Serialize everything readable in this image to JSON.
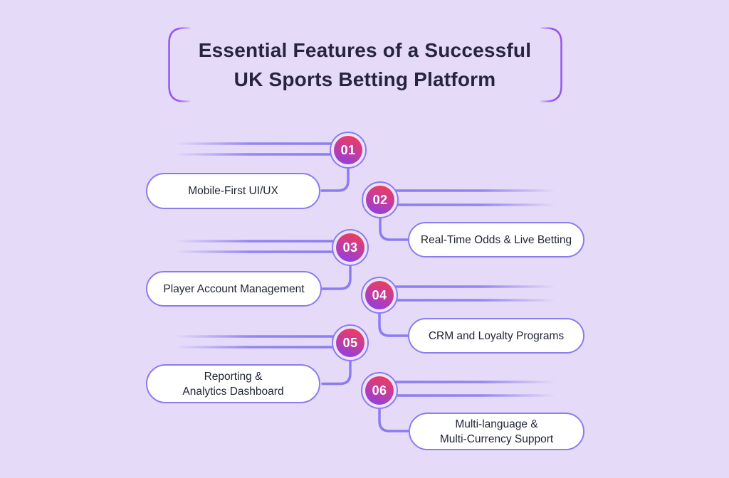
{
  "title": {
    "line1": "Essential Features of a Successful",
    "line2": "UK Sports Betting Platform"
  },
  "items": [
    {
      "number": "01",
      "label": "Mobile-First UI/UX",
      "side": "left"
    },
    {
      "number": "02",
      "label": "Real-Time Odds & Live Betting",
      "side": "right"
    },
    {
      "number": "03",
      "label": "Player Account Management",
      "side": "left"
    },
    {
      "number": "04",
      "label": "CRM and Loyalty Programs",
      "side": "right"
    },
    {
      "number": "05",
      "label": "Reporting &\nAnalytics Dashboard",
      "side": "left"
    },
    {
      "number": "06",
      "label": "Multi-language &\nMulti-Currency Support",
      "side": "right"
    }
  ],
  "colors": {
    "background": "#e5daf7",
    "connector_line": "#8b7cf0",
    "title_bracket": "#9655f0",
    "circle_gradient_top": "#f13b5c",
    "circle_gradient_bottom": "#8f3fe4",
    "title_text": "#272440",
    "pill_background": "#ffffff",
    "pill_text": "#1f2433"
  }
}
